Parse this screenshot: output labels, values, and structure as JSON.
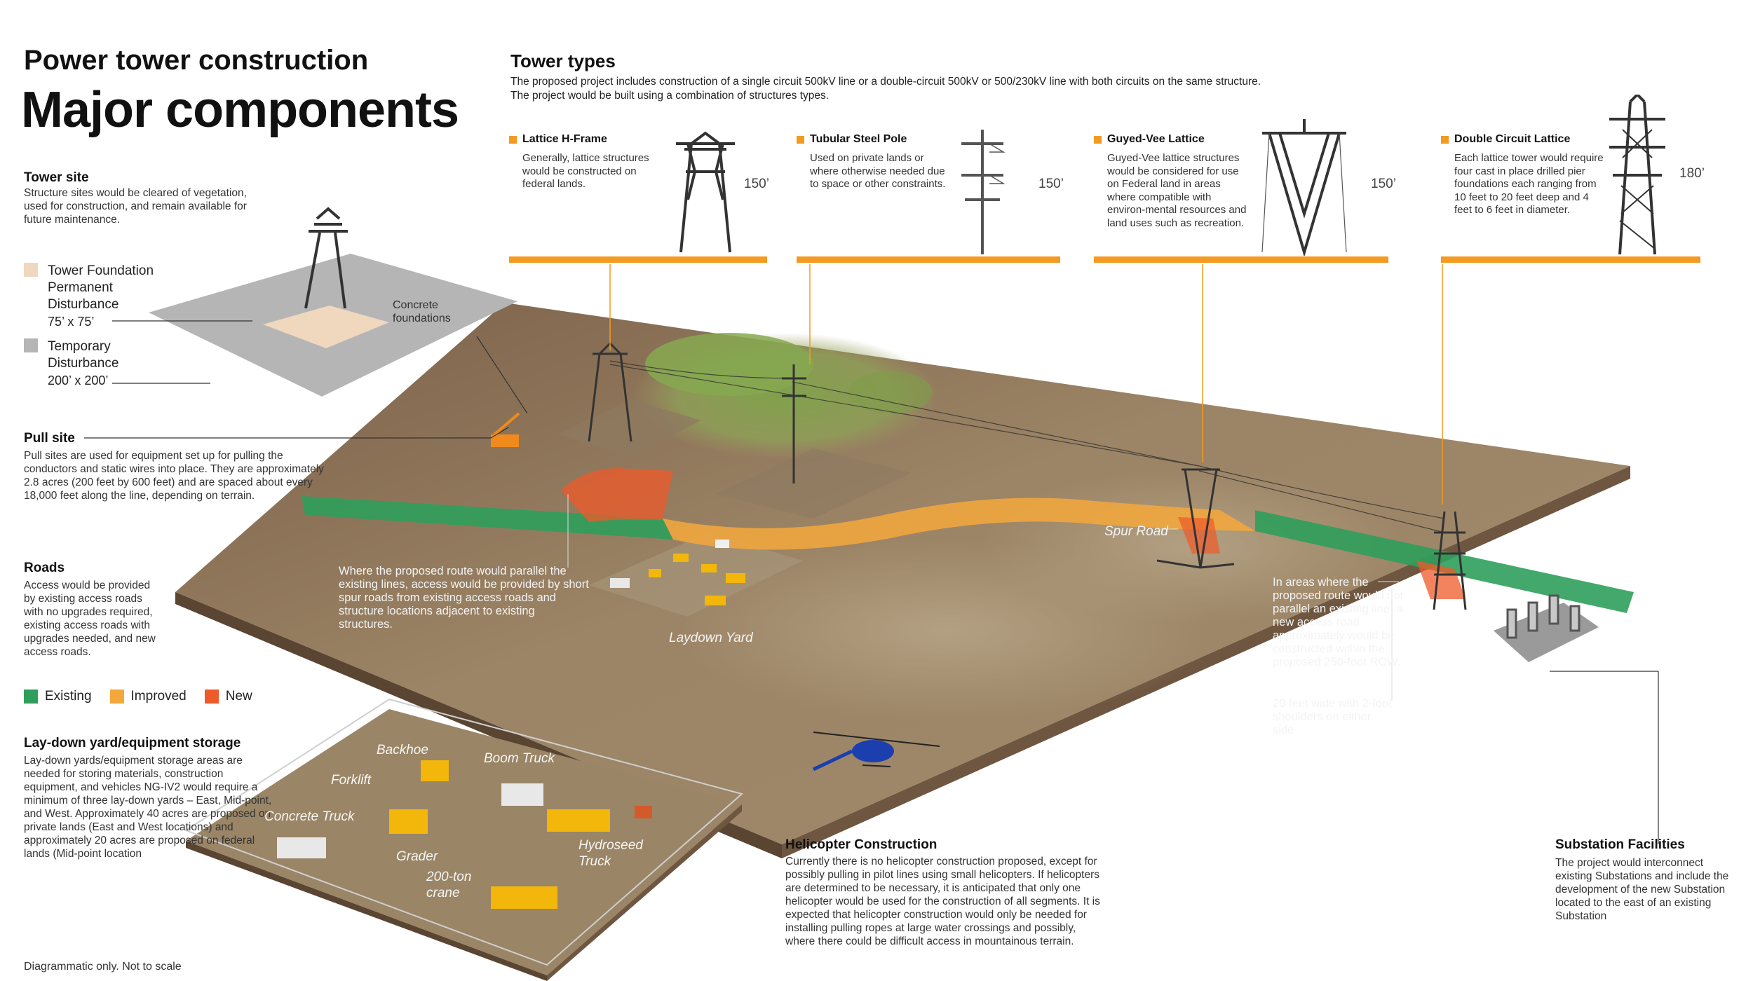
{
  "header": {
    "subtitle": "Power tower construction",
    "title": "Major components"
  },
  "tower_types": {
    "title": "Tower types",
    "intro_line1": "The proposed project includes construction of a single circuit 500kV line or a double-circuit 500kV or 500/230kV line with both circuits on the same structure.",
    "intro_line2": "The project would be built using a combination of structures types.",
    "items": [
      {
        "name": "Lattice H-Frame",
        "desc": "Generally, lattice structures would be constructed on federal lands.",
        "height": "150’"
      },
      {
        "name": "Tubular Steel Pole",
        "desc": "Used on private lands or where otherwise needed due to space or other constraints.",
        "height": "150’"
      },
      {
        "name": "Guyed-Vee Lattice",
        "desc": "Guyed-Vee lattice structures would be considered for use on Federal land in areas where compatible with environ-mental resources and land uses such as recreation.",
        "height": "150’"
      },
      {
        "name": "Double Circuit Lattice",
        "desc": "Each lattice tower would require four cast in place drilled pier foundations each ranging from 10 feet to 20 feet deep and 4 feet to 6 feet in diameter.",
        "height": "180’"
      }
    ]
  },
  "tower_site": {
    "title": "Tower site",
    "desc": "Structure sites would be cleared of vegetation, used for construction, and remain available for future maintenance.",
    "foundation_label": "Tower Foundation Permanent Disturbance",
    "foundation_size": "75’ x 75’",
    "temporary_label": "Temporary Disturbance",
    "temporary_size": "200’ x 200’",
    "concrete_label": "Concrete foundations",
    "foundation_color": "#efd8bd",
    "temporary_color": "#b5b5b5"
  },
  "pull_site": {
    "title": "Pull site",
    "desc": "Pull sites are used for equipment set up for pulling the conductors and static wires into place. They are approximately 2.8 acres (200 feet by 600 feet) and are spaced about every 18,000 feet along the line, depending on terrain."
  },
  "roads": {
    "title": "Roads",
    "desc": "Access would be provided by existing access roads with no upgrades required, existing access roads with upgrades needed, and new access roads.",
    "legend": [
      {
        "label": "Existing",
        "color": "#2f9e5b"
      },
      {
        "label": "Improved",
        "color": "#f4a83c"
      },
      {
        "label": "New",
        "color": "#ef5a2a"
      }
    ]
  },
  "laydown": {
    "title": "Lay-down yard/equipment storage",
    "desc": "Lay-down yards/equipment storage areas are needed for storing materials, construction equipment, and vehicles NG-IV2 would require a minimum of three lay-down yards – East, Mid-point, and West. Approximately 40 acres are proposed on private lands (East and West locations) and approximately 20 acres are proposed on federal lands (Mid-point location",
    "equipment": [
      "Backhoe",
      "Boom Truck",
      "Forklift",
      "Concrete Truck",
      "Grader",
      "Hydroseed Truck",
      "200-ton crane"
    ]
  },
  "map": {
    "parallel_note": "Where the proposed route would parallel the existing lines, access would be provided by short spur roads from existing access roads and structure locations adjacent to existing structures.",
    "laydown_label": "Laydown Yard",
    "spur_road_label": "Spur Road",
    "new_road_note": "In areas where the proposed route would not parallel an existing line, a new access road approximately would be constructed within the proposed 250-foot ROW.",
    "shoulder_note": "20 feet wide with 2-foot shoulders on either side"
  },
  "helicopter": {
    "title": "Helicopter Construction",
    "desc": "Currently there is no helicopter construction proposed, except for possibly pulling in pilot lines using small helicopters. If helicopters are determined to be necessary, it is anticipated that only one helicopter would be used for the construction of all segments. It is expected that helicopter construction would only be needed for installing pulling ropes at large water crossings and possibly, where there could be difficult access in mountainous terrain."
  },
  "substation": {
    "title": "Substation Facilities",
    "desc": "The project would interconnect existing Substations and include the development of the new Substation located to the east of an existing Substation"
  },
  "footer": {
    "note": "Diagrammatic only. Not to scale"
  },
  "colors": {
    "accent": "#f39a22",
    "terrain": "#8a6f4e",
    "existing_road": "#2f9e5b",
    "improved_road": "#f4a83c",
    "new_road": "#ef5a2a"
  }
}
